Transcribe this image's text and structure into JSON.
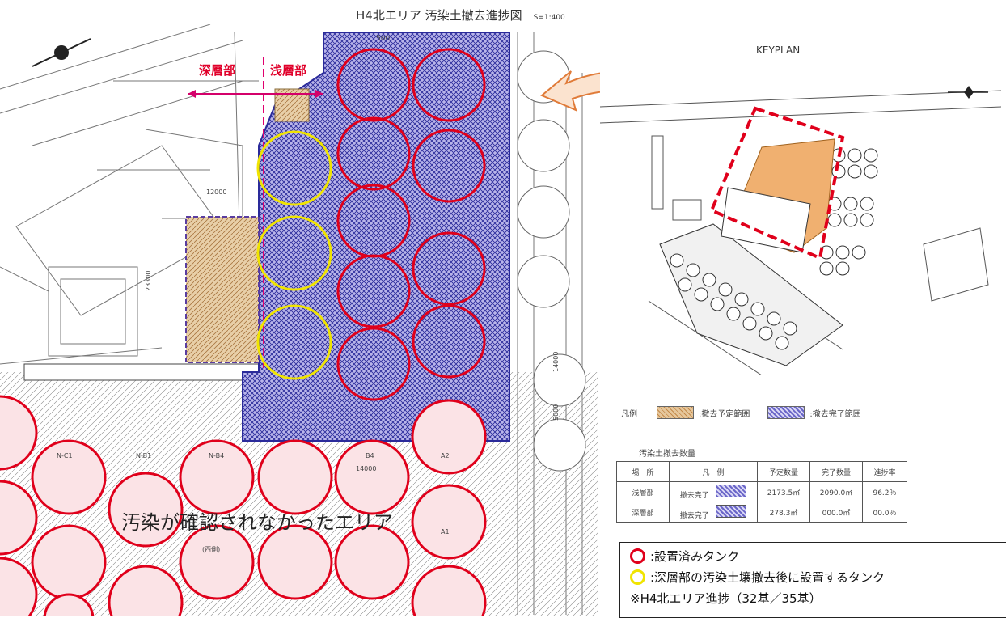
{
  "title": "H4北エリア 汚染土撤去進捗図",
  "scale": "S=1:400",
  "labels": {
    "deep": "深層部",
    "shallow": "浅層部",
    "area_no_contamination": "汚染が確認されなかったエリア",
    "keyplan": "KEYPLAN",
    "dim_500": "500",
    "dim_12000": "12000",
    "dim_23300": "23300",
    "dim_14000": "14000",
    "dim_5000": "5000",
    "tank_n_c1": "N-C1",
    "tank_n_b1": "N-B1",
    "tank_n_b4": "N-B4",
    "tank_b4": "B4",
    "tank_a2": "A2",
    "tank_a1": "A1",
    "tank_dim": "14000",
    "bldg_west": "(西側)"
  },
  "legend": {
    "title": "凡例",
    "planned": ":撤去予定範囲",
    "done": ":撤去完了範囲"
  },
  "quantity_table": {
    "title": "汚染土撤去数量",
    "headers": [
      "場　所",
      "凡　例",
      "予定数量",
      "完了数量",
      "進捗率"
    ],
    "rows": [
      {
        "place": "浅層部",
        "status": "撤去完了",
        "planned": "2173.5㎡",
        "completed": "2090.0㎡",
        "rate": "96.2％"
      },
      {
        "place": "深層部",
        "status": "撤去完了",
        "planned": "278.3㎡",
        "completed": "000.0㎡",
        "rate": "00.0％"
      }
    ]
  },
  "notes": {
    "installed": ":設置済みタンク",
    "to_install": ":深層部の汚染土壌撤去後に設置するタンク",
    "progress": "※H4北エリア進捗（32基／35基）"
  },
  "colors": {
    "installed_tank": "#e0001b",
    "planned_tank": "#f0e400",
    "done_fill": "#b8b4ea",
    "planned_fill": "#e6c79c",
    "lower_tank_fill": "#fbe3e6"
  }
}
